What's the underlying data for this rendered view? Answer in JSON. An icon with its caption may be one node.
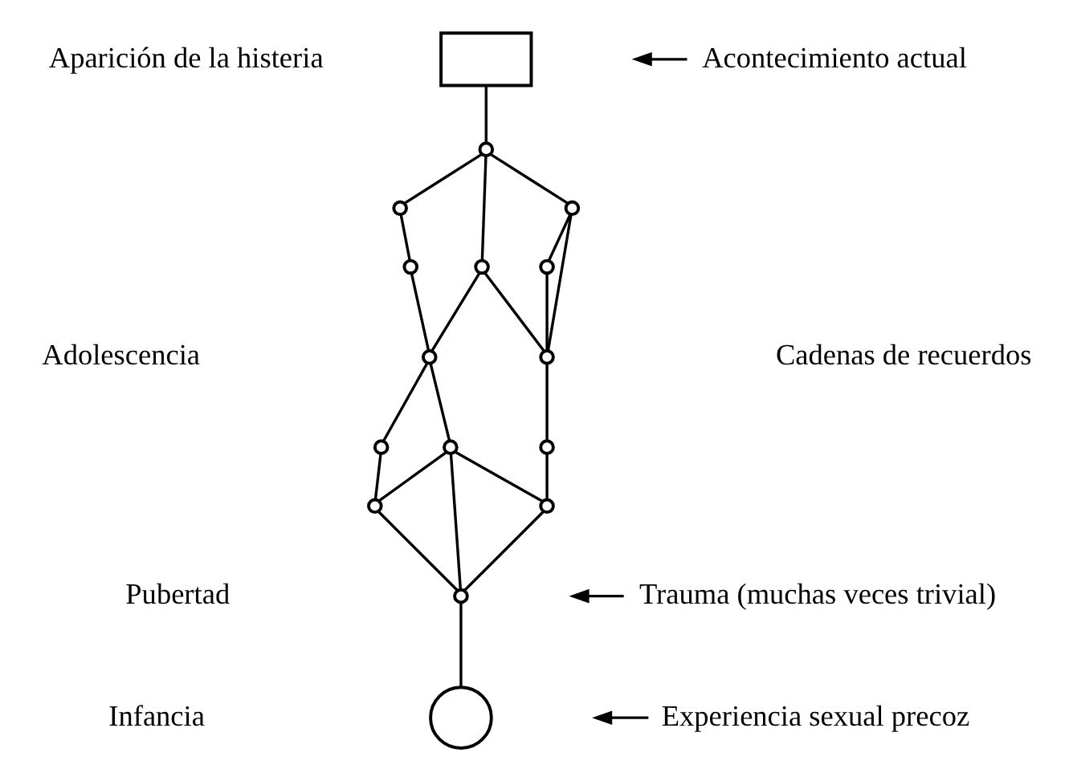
{
  "diagram": {
    "nodes": [
      {
        "text": [],
        "shape": "box",
        "beside": [
          "Aparición de la histeria"
        ]
      },
      {
        "text": [
          "Acontecimiento actual"
        ]
      },
      {
        "text": [],
        "shape": "circle"
      },
      {
        "text": [],
        "shape": "circle"
      },
      {
        "text": [],
        "shape": "circle"
      },
      {
        "text": [],
        "shape": "circle"
      },
      {
        "text": [],
        "shape": "circle"
      },
      {
        "text": [],
        "shape": "circle"
      },
      {
        "text": [],
        "shape": "circle"
      },
      {
        "text": [],
        "shape": "circle"
      },
      {
        "text": [],
        "shape": "circle"
      },
      {
        "text": [],
        "shape": "circle"
      },
      {
        "text": [],
        "shape": "circle"
      },
      {
        "text": [],
        "shape": "circle"
      },
      {
        "text": [],
        "shape": "circle"
      },
      {
        "text": [],
        "shape": "circle"
      },
      {
        "text": [
          "Trauma (muchas veces trivial)"
        ]
      },
      {
        "text": [],
        "shape": "circle"
      },
      {
        "text": [
          "Experiencia sexual precoz"
        ]
      }
    ],
    "edges": [
      {
        "from": 0,
        "to": 2,
        "arrow": "none"
      },
      {
        "from": 2,
        "to": 3,
        "arrow": "none"
      },
      {
        "from": 2,
        "to": 6,
        "arrow": "none"
      },
      {
        "from": 2,
        "to": 4,
        "arrow": "none"
      },
      {
        "from": 3,
        "to": 5,
        "arrow": "none"
      },
      {
        "from": 4,
        "to": 7,
        "arrow": "none"
      },
      {
        "from": 4,
        "to": 9,
        "arrow": "none"
      },
      {
        "from": 5,
        "to": 8,
        "arrow": "none"
      },
      {
        "from": 6,
        "to": 8,
        "arrow": "none"
      },
      {
        "from": 6,
        "to": 9,
        "arrow": "none"
      },
      {
        "from": 7,
        "to": 9,
        "arrow": "none"
      },
      {
        "from": 8,
        "to": 10,
        "arrow": "none"
      },
      {
        "from": 8,
        "to": 11,
        "arrow": "none"
      },
      {
        "from": 9,
        "to": 12,
        "arrow": "none"
      },
      {
        "from": 10,
        "to": 13,
        "arrow": "none"
      },
      {
        "from": 11,
        "to": 13,
        "arrow": "none"
      },
      {
        "from": 11,
        "to": 14,
        "arrow": "none"
      },
      {
        "from": 11,
        "to": 15,
        "arrow": "none"
      },
      {
        "from": 12,
        "to": 14,
        "arrow": "none"
      },
      {
        "from": 13,
        "to": 15,
        "arrow": "none"
      },
      {
        "from": 14,
        "to": 15,
        "arrow": "none"
      },
      {
        "from": 15,
        "to": 17,
        "arrow": "none"
      },
      {
        "from": 1,
        "to": null,
        "arrow": "to"
      },
      {
        "from": 16,
        "to": null,
        "arrow": "to"
      },
      {
        "from": 18,
        "to": null,
        "arrow": "to"
      }
    ],
    "labels": [
      "Adolescencia",
      "Cadenas de recuerdos",
      "Pubertad",
      "Infancia"
    ]
  }
}
